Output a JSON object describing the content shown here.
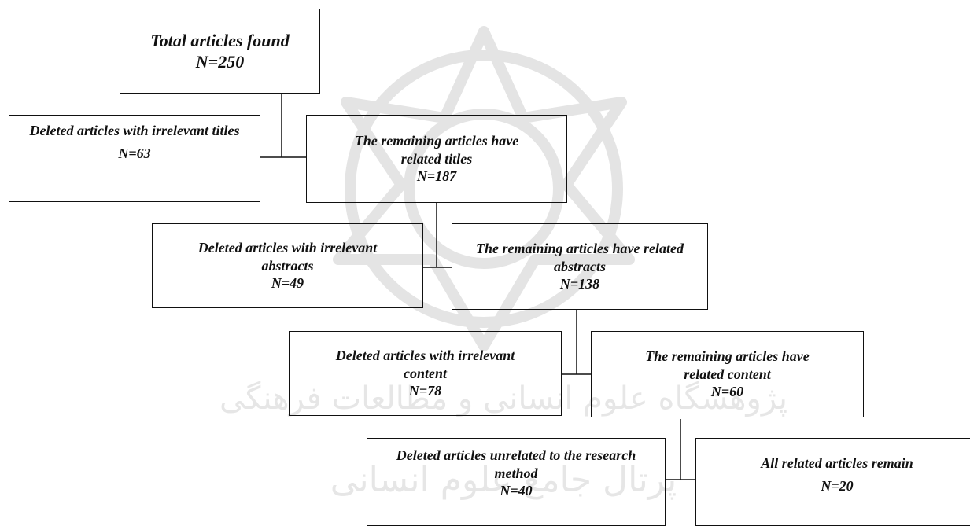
{
  "title_box": {
    "line1": "Total articles found",
    "line2": "N=250"
  },
  "steps": [
    {
      "deleted": {
        "text": "Deleted articles with irrelevant titles",
        "n": "N=63"
      },
      "remaining": {
        "text": "The remaining articles have related titles",
        "n": "N=187"
      }
    },
    {
      "deleted": {
        "text": "Deleted articles with irrelevant abstracts",
        "n": "N=49"
      },
      "remaining": {
        "text": "The remaining articles have related abstracts",
        "n": "N=138"
      }
    },
    {
      "deleted": {
        "text": "Deleted articles with irrelevant content",
        "n": "N=78"
      },
      "remaining": {
        "text": "The remaining articles have related content",
        "n": "N=60"
      }
    },
    {
      "deleted": {
        "text": "Deleted articles unrelated to the research method",
        "n": "N=40"
      },
      "remaining": {
        "text": "All related articles remain",
        "n": "N=20"
      }
    }
  ]
}
